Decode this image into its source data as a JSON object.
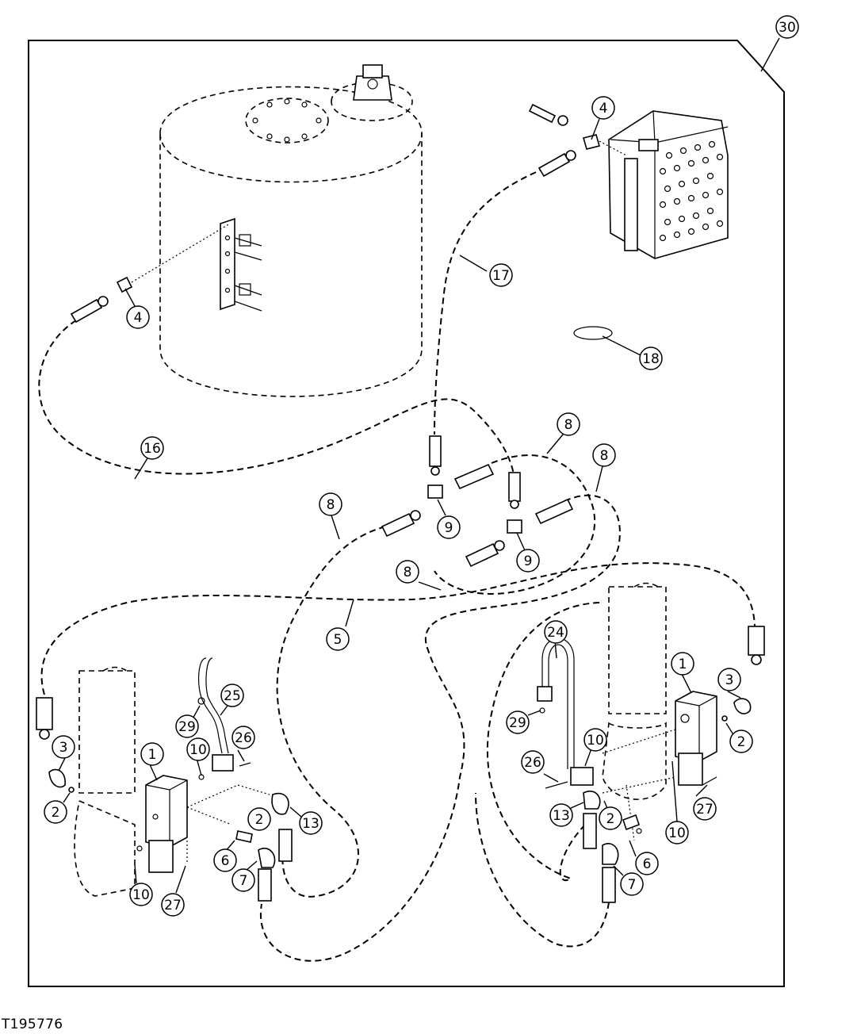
{
  "figure_id": "T195776",
  "callouts": [
    {
      "label": "30"
    },
    {
      "label": "4"
    },
    {
      "label": "4"
    },
    {
      "label": "17"
    },
    {
      "label": "18"
    },
    {
      "label": "16"
    },
    {
      "label": "8"
    },
    {
      "label": "8"
    },
    {
      "label": "8"
    },
    {
      "label": "8"
    },
    {
      "label": "9"
    },
    {
      "label": "9"
    },
    {
      "label": "5"
    },
    {
      "label": "24"
    },
    {
      "label": "1"
    },
    {
      "label": "3"
    },
    {
      "label": "2"
    },
    {
      "label": "29"
    },
    {
      "label": "10"
    },
    {
      "label": "26"
    },
    {
      "label": "27"
    },
    {
      "label": "13"
    },
    {
      "label": "2"
    },
    {
      "label": "10"
    },
    {
      "label": "6"
    },
    {
      "label": "7"
    },
    {
      "label": "25"
    },
    {
      "label": "29"
    },
    {
      "label": "26"
    },
    {
      "label": "10"
    },
    {
      "label": "1"
    },
    {
      "label": "3"
    },
    {
      "label": "2"
    },
    {
      "label": "13"
    },
    {
      "label": "2"
    },
    {
      "label": "6"
    },
    {
      "label": "7"
    },
    {
      "label": "10"
    },
    {
      "label": "27"
    }
  ]
}
